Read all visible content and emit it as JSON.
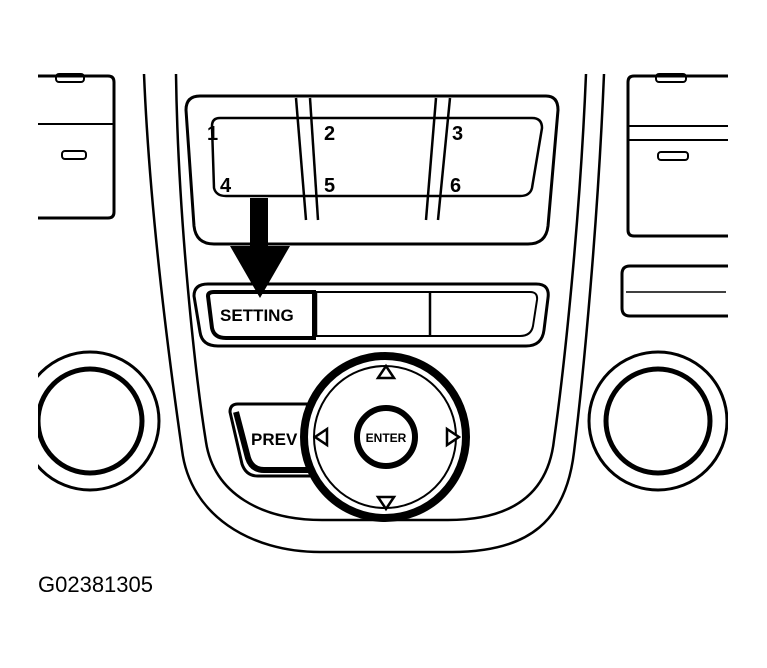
{
  "preset_buttons": [
    "1",
    "2",
    "3",
    "4",
    "5",
    "6"
  ],
  "setting_label": "SETTING",
  "prev_label": "PREV",
  "enter_label": "ENTER",
  "figure_code": "G02381305",
  "icons": {
    "arrow": "down-arrow-icon",
    "up": "up-triangle-icon",
    "down": "down-triangle-icon",
    "left": "left-triangle-icon",
    "right": "right-triangle-icon"
  },
  "colors": {
    "ink": "#000000",
    "paper": "#ffffff"
  }
}
